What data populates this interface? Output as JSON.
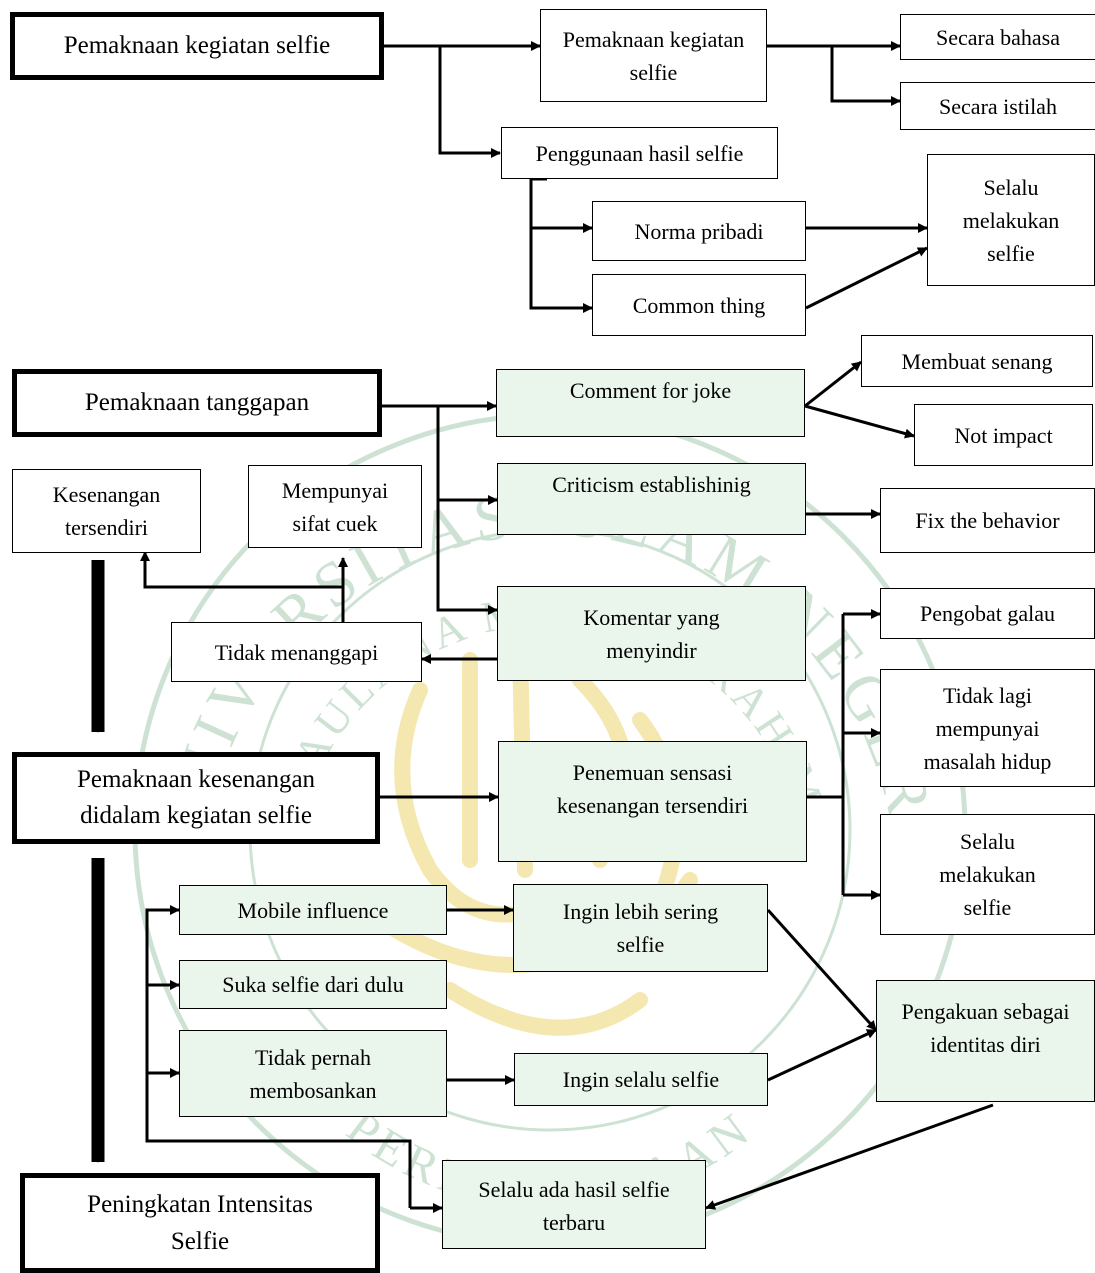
{
  "colors": {
    "watermark_green": "#4e9a63",
    "watermark_gold": "#e4c53a",
    "box_fill": "#eaf5ec"
  },
  "watermark": {
    "ring_top": "UNIVERSITAS ISLAM NEGERI",
    "ring_inner": "MAULANA MALIK IBRAHIM",
    "ring_bottom": "PERPUSTAKAAN"
  },
  "nodes": {
    "main_selfie": "Pemaknaan kegiatan selfie",
    "sub_selfie": "Pemaknaan kegiatan selfie",
    "bahasa": "Secara bahasa",
    "istilah": "Secara istilah",
    "penggunaan": "Penggunaan hasil selfie",
    "norma": "Norma pribadi",
    "common": "Common thing",
    "selalu_top": "Selalu melakukan selfie",
    "main_tanggapan": "Pemaknaan tanggapan",
    "comment_joke": "Comment for joke",
    "senang": "Membuat senang",
    "not_impact": "Not impact",
    "criticism": "Criticism establishinig",
    "fix": "Fix the behavior",
    "komentar": "Komentar yang menyindir",
    "tidak_menanggapi": "Tidak menanggapi",
    "cuek": "Mempunyai sifat cuek",
    "kesenangan_tersendiri": "Kesenangan tersendiri",
    "main_kesenangan": "Pemaknaan kesenangan didalam kegiatan selfie",
    "penemuan": "Penemuan sensasi kesenangan tersendiri",
    "galau": "Pengobat galau",
    "tidak_lagi": "Tidak lagi mempunyai masalah hidup",
    "selalu_mid": "Selalu melakukan selfie",
    "mobile": "Mobile influence",
    "suka": "Suka selfie dari dulu",
    "tidak_pernah": "Tidak pernah membosankan",
    "lebih_sering": "Ingin lebih sering selfie",
    "selalu_selfie": "Ingin selalu selfie",
    "pengakuan": "Pengakuan sebagai identitas diri",
    "hasil_terbaru": "Selalu ada hasil selfie terbaru",
    "main_intensitas": "Peningkatan Intensitas Selfie"
  }
}
